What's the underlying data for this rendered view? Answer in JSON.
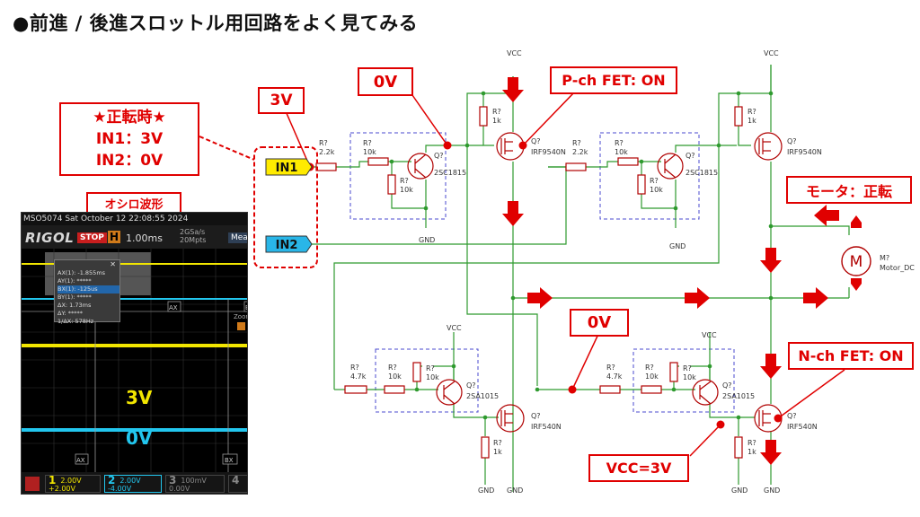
{
  "title": "●前進 / 後進スロットル用回路をよく見てみる",
  "callouts": {
    "forward_label": "★正転時★",
    "in1_state": "IN1：3V",
    "in2_state": "IN2：0V",
    "in1_voltage": "3V",
    "node_top_voltage": "0V",
    "node_bottom_voltage": "0V",
    "pch_state": "P-ch FET: ON",
    "nch_state": "N-ch FET: ON",
    "motor_state": "モータ：正転",
    "vcc_note": "VCC=3V",
    "scope_label": "オシロ波形"
  },
  "inputs": {
    "in1": "IN1",
    "in2": "IN2"
  },
  "schematic": {
    "vcc": "VCC",
    "gnd": "GND",
    "ref": "R?",
    "qref": "Q?",
    "r_2k2": "2.2k",
    "r_4k7": "4.7k",
    "r_10k": "10k",
    "r_1k": "1k",
    "npn": "2SC1815",
    "pnp": "2SA1015",
    "pfet": "IRF9540N",
    "nfet": "IRF540N",
    "motor_ref": "M?",
    "motor_name": "Motor_DC",
    "motor_glyph": "M"
  },
  "scope": {
    "header": "MSO5074  Sat October 12 22:08:55 2024",
    "brand": "RIGOL",
    "status": "STOP",
    "h_label": "H",
    "timebase": "1.00ms",
    "sample_rate": "2GSa/s",
    "memory_depth": "20Mpts",
    "measure": "Measure",
    "ch1_level": "3V",
    "ch2_level": "0V",
    "cursor_ax": "AX",
    "cursor_bx": "BX",
    "zoom": "Zoom",
    "cursor_rows": [
      "AX(1): -1.855ms",
      "AY(1): *****",
      "BX(1): -125us",
      "BY(1): *****",
      "ΔX: 1.73ms",
      "ΔY: *****",
      "1/ΔX: 578Hz"
    ],
    "close": "✕",
    "ch1": {
      "num": "1",
      "scale": "2.00V",
      "offset": "+2.00V"
    },
    "ch2": {
      "num": "2",
      "scale": "2.00V",
      "offset": "-4.00V"
    },
    "ch3": {
      "num": "3",
      "scale": "100mV",
      "offset": "0.00V"
    },
    "ch4": {
      "num": "4"
    }
  },
  "colors": {
    "wire": "#2e9a2e",
    "accent": "#e00000",
    "in1": "#ffeb00",
    "in2": "#29b6e8",
    "ch1": "#f2e600",
    "ch2": "#22c6ee"
  }
}
